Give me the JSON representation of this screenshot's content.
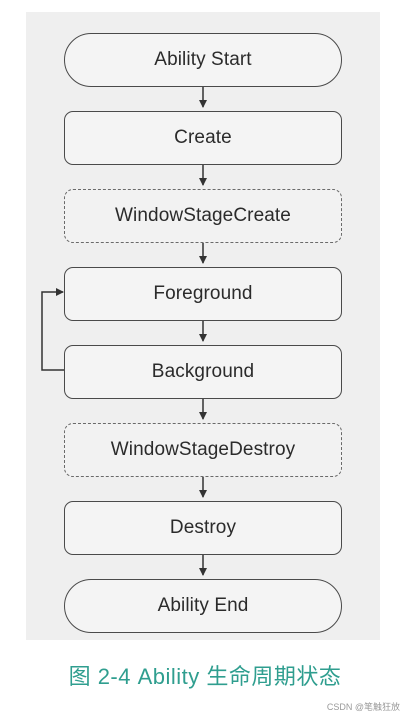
{
  "diagram": {
    "nodes": [
      {
        "id": "ability-start",
        "label": "Ability Start",
        "shape": "terminal"
      },
      {
        "id": "create",
        "label": "Create",
        "shape": "process"
      },
      {
        "id": "window-stage-create",
        "label": "WindowStageCreate",
        "shape": "optional"
      },
      {
        "id": "foreground",
        "label": "Foreground",
        "shape": "process"
      },
      {
        "id": "background",
        "label": "Background",
        "shape": "process"
      },
      {
        "id": "window-stage-destroy",
        "label": "WindowStageDestroy",
        "shape": "optional"
      },
      {
        "id": "destroy",
        "label": "Destroy",
        "shape": "process"
      },
      {
        "id": "ability-end",
        "label": "Ability End",
        "shape": "terminal"
      }
    ],
    "edges": [
      {
        "from": "ability-start",
        "to": "create"
      },
      {
        "from": "create",
        "to": "window-stage-create"
      },
      {
        "from": "window-stage-create",
        "to": "foreground"
      },
      {
        "from": "foreground",
        "to": "background"
      },
      {
        "from": "background",
        "to": "foreground",
        "style": "loop-left"
      },
      {
        "from": "background",
        "to": "window-stage-destroy"
      },
      {
        "from": "window-stage-destroy",
        "to": "destroy"
      },
      {
        "from": "destroy",
        "to": "ability-end"
      }
    ]
  },
  "caption": "图 2-4  Ability 生命周期状态",
  "watermark": "CSDN @笔触狂放",
  "colors": {
    "caption": "#2f9e8f",
    "line": "#333333",
    "panel": "#efefef"
  }
}
